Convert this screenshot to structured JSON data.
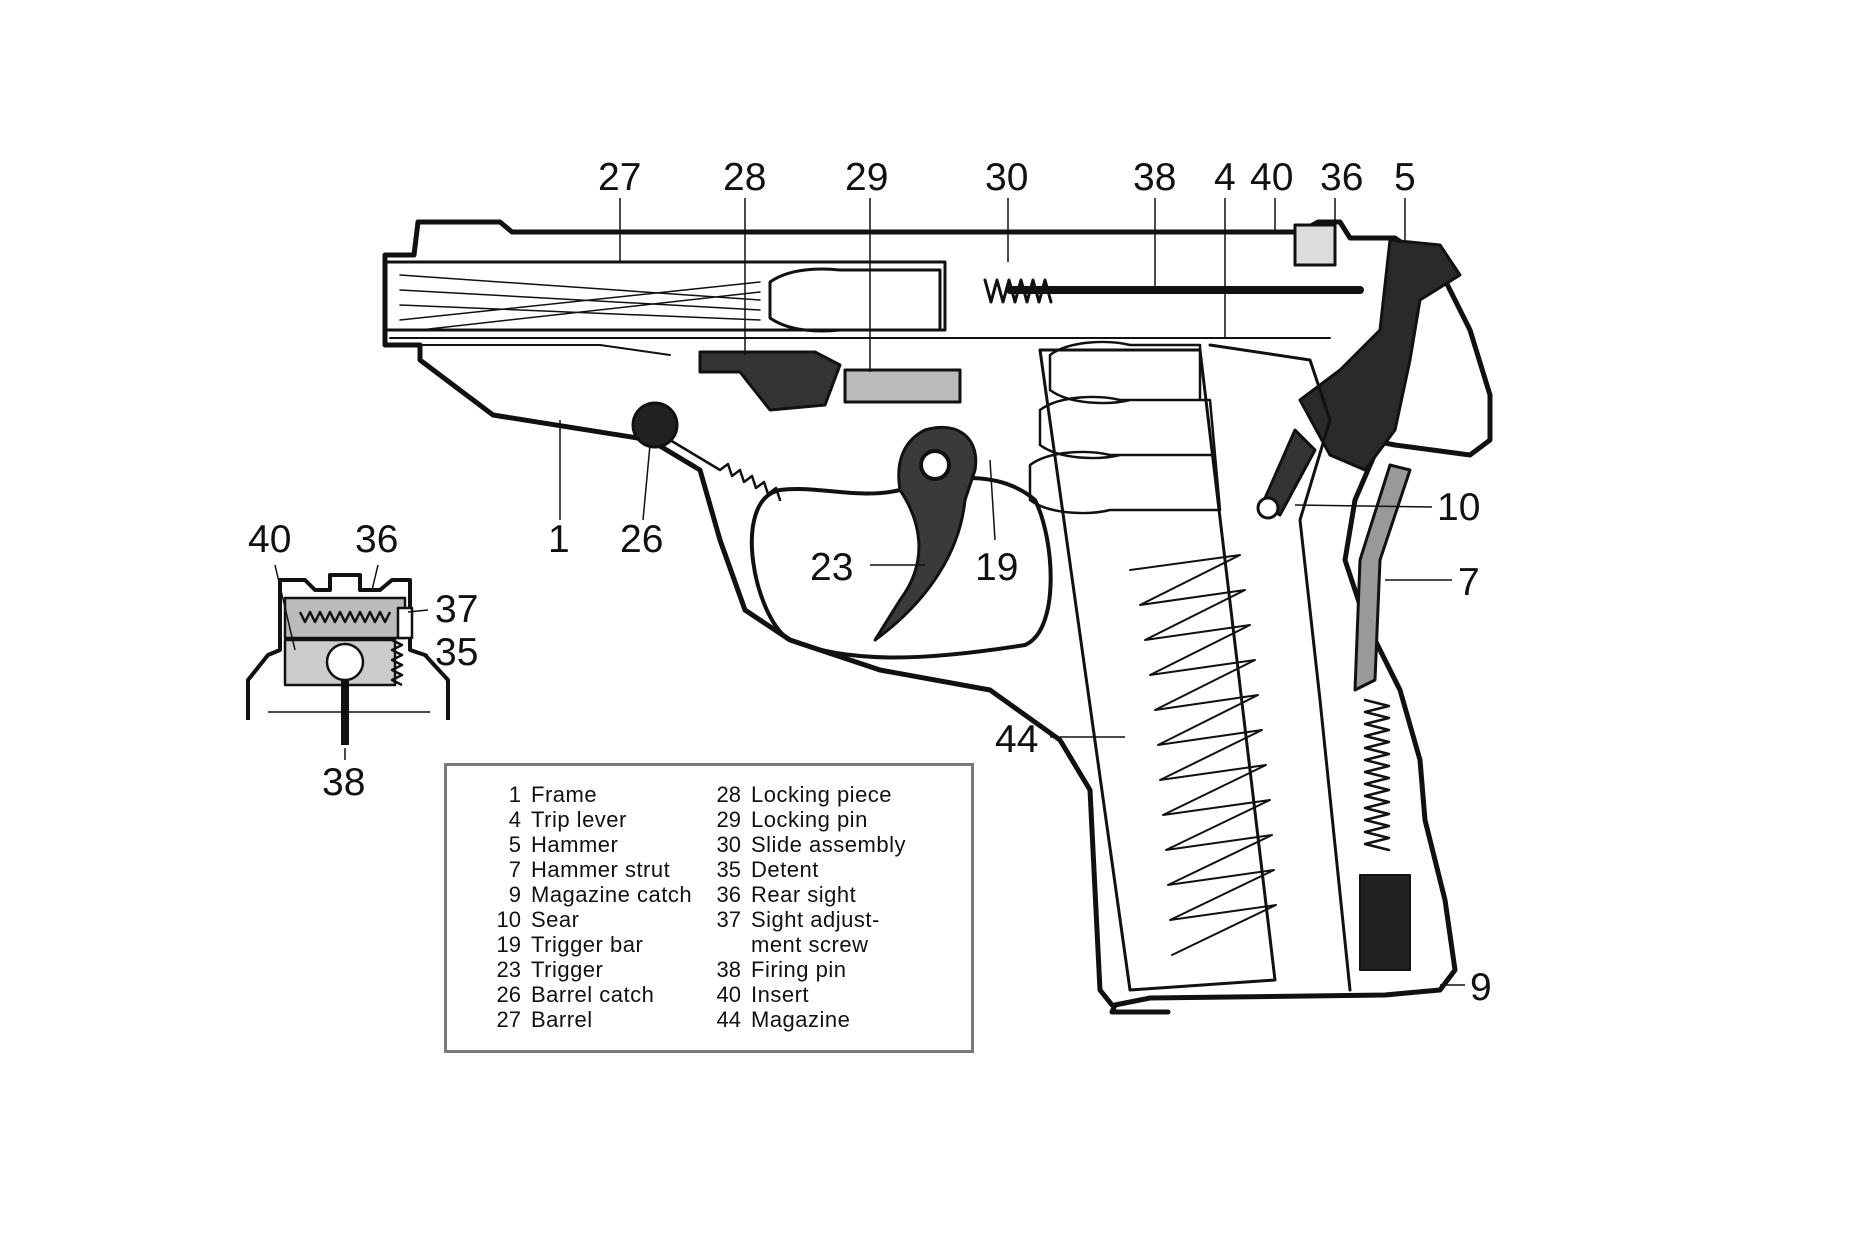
{
  "callouts": {
    "n27": "27",
    "n28": "28",
    "n29": "29",
    "n30": "30",
    "n38": "38",
    "n4": "4",
    "n40": "40",
    "n36": "36",
    "n5": "5",
    "n1": "1",
    "n26": "26",
    "n23": "23",
    "n19": "19",
    "n10": "10",
    "n7": "7",
    "n44": "44",
    "n9": "9",
    "inset40": "40",
    "inset36": "36",
    "inset37": "37",
    "inset35": "35",
    "inset38": "38"
  },
  "legend": {
    "left": [
      {
        "num": "1",
        "text": "Frame"
      },
      {
        "num": "4",
        "text": "Trip lever"
      },
      {
        "num": "5",
        "text": "Hammer"
      },
      {
        "num": "7",
        "text": "Hammer strut"
      },
      {
        "num": "9",
        "text": "Magazine catch"
      },
      {
        "num": "10",
        "text": "Sear"
      },
      {
        "num": "19",
        "text": "Trigger bar"
      },
      {
        "num": "23",
        "text": "Trigger"
      },
      {
        "num": "26",
        "text": "Barrel catch"
      },
      {
        "num": "27",
        "text": "Barrel"
      }
    ],
    "right": [
      {
        "num": "28",
        "text": "Locking piece"
      },
      {
        "num": "29",
        "text": "Locking pin"
      },
      {
        "num": "30",
        "text": "Slide assembly"
      },
      {
        "num": "35",
        "text": "Detent"
      },
      {
        "num": "36",
        "text": "Rear sight"
      },
      {
        "num": "37",
        "text": "Sight adjust-"
      },
      {
        "num": "",
        "text": "ment screw"
      },
      {
        "num": "38",
        "text": "Firing pin"
      },
      {
        "num": "40",
        "text": "Insert"
      },
      {
        "num": "44",
        "text": "Magazine"
      }
    ]
  }
}
